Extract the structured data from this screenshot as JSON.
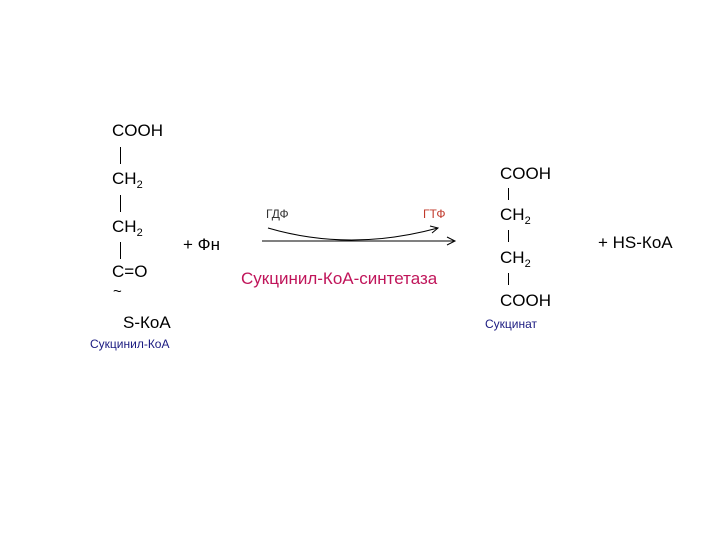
{
  "left": {
    "cooh": "COOH",
    "ch2_1": "CH",
    "ch2_1_sub": "2",
    "ch2_2": "CH",
    "ch2_2_sub": "2",
    "co": "C=O",
    "tilde": "~",
    "skoa": "S-КоА",
    "name": "Сукцинил-КоА"
  },
  "plus_fn": "+  Фн",
  "reaction": {
    "gdf": "ГДФ",
    "gtf": "ГТФ",
    "enzyme": "Сукцинил-КоА-синтетаза"
  },
  "right": {
    "cooh_top": "COOH",
    "ch2_1": "CH",
    "ch2_1_sub": "2",
    "ch2_2": "CH",
    "ch2_2_sub": "2",
    "cooh_bottom": "COOH",
    "name": "Сукцинат"
  },
  "plus_hskoa": "+  HS-КоА",
  "colors": {
    "black": "#000000",
    "enzyme": "#c0155a",
    "gtf": "#c0392b",
    "gdf": "#333333",
    "name_label": "#1a1a80"
  }
}
